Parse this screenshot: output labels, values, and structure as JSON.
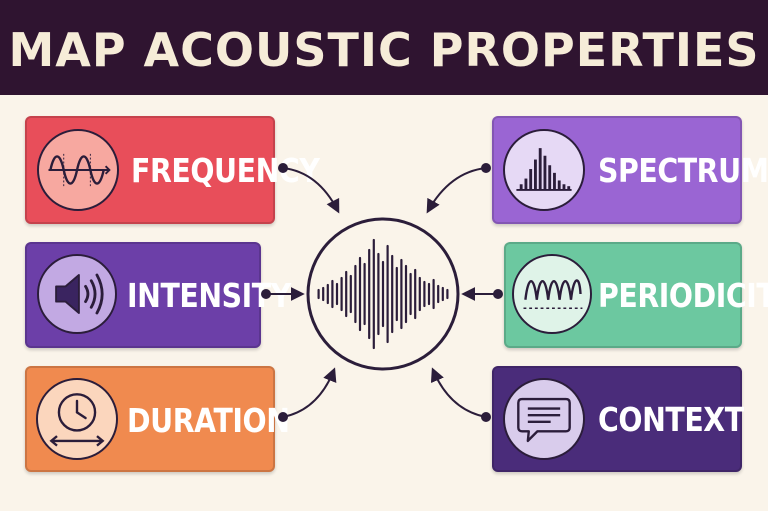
{
  "title": "MAP ACOUSTIC PROPERTIES",
  "properties": {
    "frequency": {
      "label": "FREQUENCY",
      "icon": "sine-wave-icon",
      "color": "#e84e5a"
    },
    "intensity": {
      "label": "INTENSITY",
      "icon": "speaker-icon",
      "color": "#6c3fa8"
    },
    "duration": {
      "label": "DURATION",
      "icon": "clock-icon",
      "color": "#f08a4f"
    },
    "spectrum": {
      "label": "SPECTRUM",
      "icon": "spectrum-bars-icon",
      "color": "#9a65d3"
    },
    "periodicity": {
      "label": "PERIODICITY",
      "icon": "periodic-wave-icon",
      "color": "#6cc8a0"
    },
    "context": {
      "label": "CONTEXT",
      "icon": "chat-bubble-icon",
      "color": "#4a2c7a"
    }
  },
  "center": {
    "icon": "sound-waveform-icon"
  }
}
